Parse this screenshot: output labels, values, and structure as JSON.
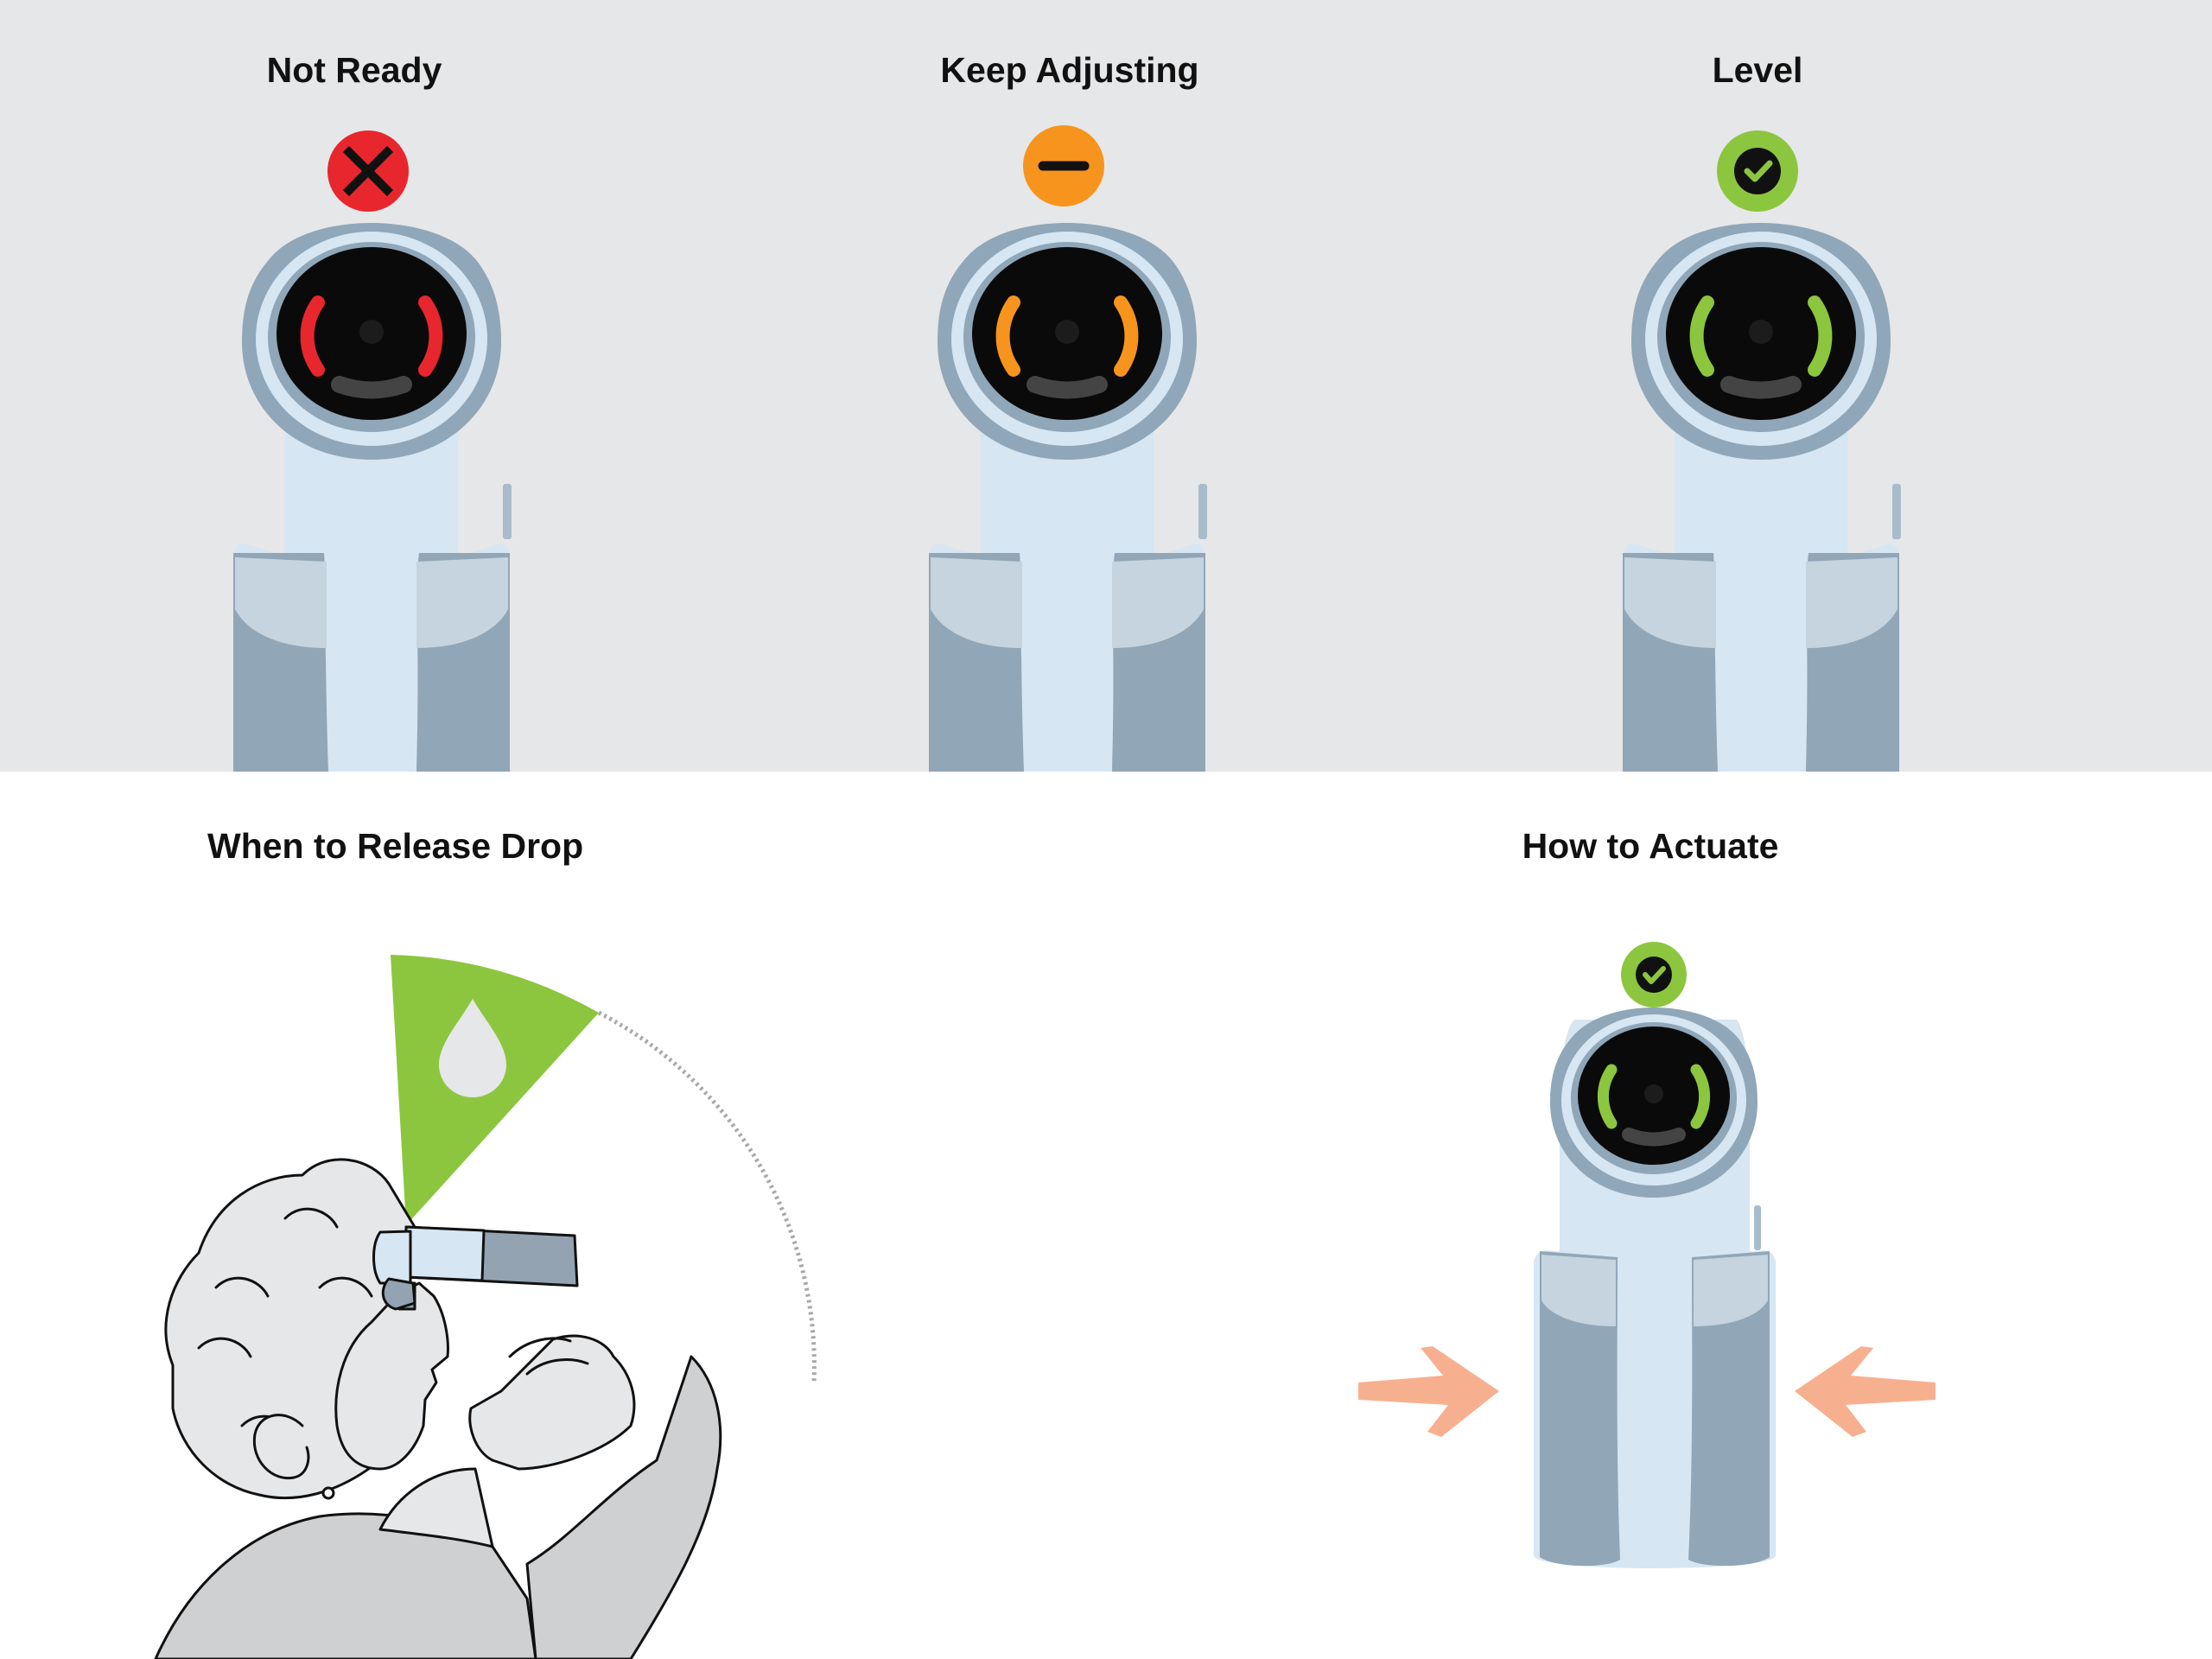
{
  "states": [
    {
      "label": "Not Ready",
      "status": "not-ready",
      "status_icon": "x-icon",
      "color": "#e8262d"
    },
    {
      "label": "Keep Adjusting",
      "status": "adjusting",
      "status_icon": "minus-icon",
      "color": "#f7941d"
    },
    {
      "label": "Level",
      "status": "level",
      "status_icon": "check-icon",
      "color": "#8cc63f"
    }
  ],
  "release_section": {
    "title": "When to Release Drop",
    "icon": "drop-icon",
    "zone_color": "#8cc63f"
  },
  "actuate_section": {
    "title": "How to Actuate",
    "status_icon": "check-icon",
    "arrow_color": "#f7b08f"
  },
  "colors": {
    "background_top": "#e6e7e9",
    "device_body": "#d6e6f2",
    "device_rim": "#8fa7b9",
    "grip": "#91a6b7"
  }
}
